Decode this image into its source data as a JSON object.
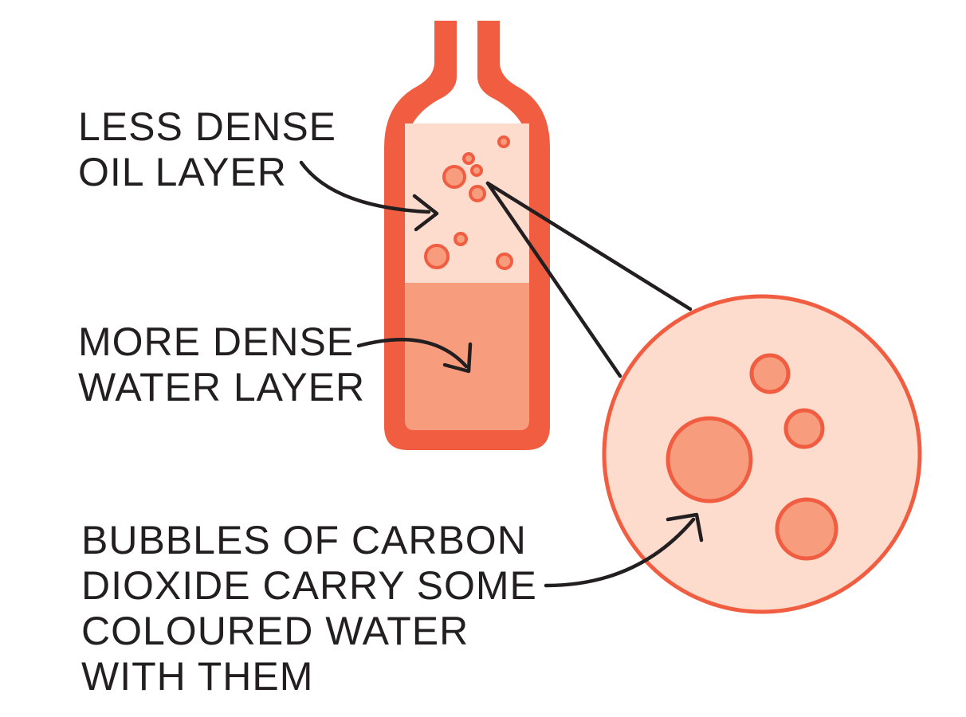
{
  "colors": {
    "bottle": "#f15d41",
    "oil": "#fddccd",
    "water": "#f79c7d",
    "bubble_fill": "#f79c7d",
    "bubble_stroke": "#f15d41",
    "text": "#231f20"
  },
  "labels": {
    "oil_layer": [
      "LESS DENSE",
      "OIL LAYER"
    ],
    "water_layer": [
      "MORE DENSE",
      "WATER LAYER"
    ],
    "bubbles": [
      "BUBBLES OF CARBON",
      "DIOXIDE CARRY SOME",
      "COLOURED WATER",
      "WITH THEM"
    ]
  }
}
